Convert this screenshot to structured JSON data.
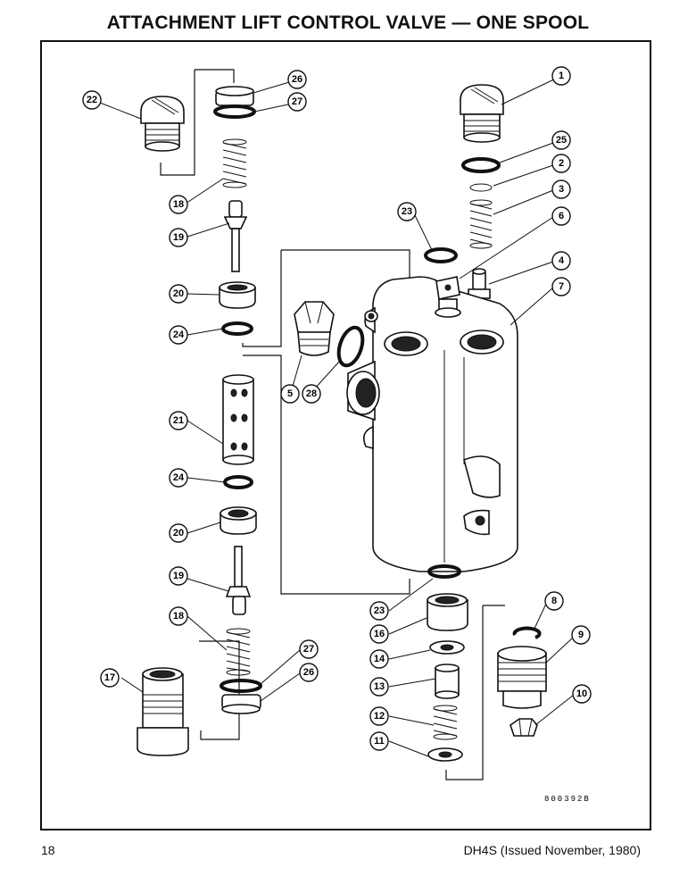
{
  "page": {
    "title": "ATTACHMENT LIFT CONTROL VALVE — ONE SPOOL",
    "page_number": "18",
    "footer": "DH4S (Issued November, 1980)",
    "figure_code": "800392B"
  },
  "callouts": {
    "c1": "1",
    "c2": "2",
    "c3": "3",
    "c4": "4",
    "c5": "5",
    "c6": "6",
    "c7": "7",
    "c8": "8",
    "c9": "9",
    "c10": "10",
    "c11": "11",
    "c12": "12",
    "c13": "13",
    "c14": "14",
    "c16": "16",
    "c17": "17",
    "c18a": "18",
    "c18b": "18",
    "c19a": "19",
    "c19b": "19",
    "c20a": "20",
    "c20b": "20",
    "c21": "21",
    "c22": "22",
    "c23a": "23",
    "c23b": "23",
    "c24a": "24",
    "c24b": "24",
    "c25": "25",
    "c26a": "26",
    "c26b": "26",
    "c27a": "27",
    "c27b": "27",
    "c28": "28"
  },
  "colors": {
    "ink": "#111111",
    "paper": "#ffffff"
  }
}
